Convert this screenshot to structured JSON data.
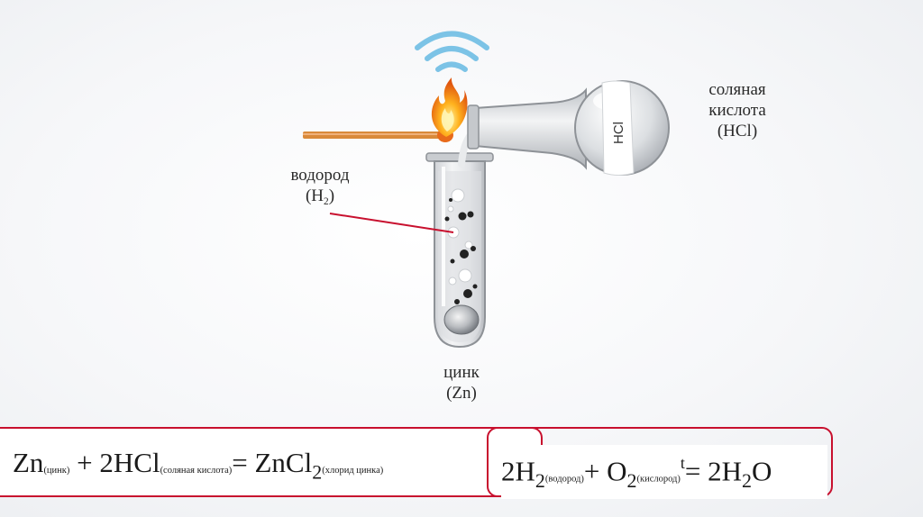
{
  "labels": {
    "hcl": [
      "соляная",
      "кислота",
      "(HCl)"
    ],
    "hydrogen_word": "водород",
    "hydrogen_formula": {
      "main": "(H",
      "sub": "2",
      "close": ")"
    },
    "zinc": [
      "цинк",
      "(Zn)"
    ],
    "flask_tag": "HCl"
  },
  "equation1": {
    "zn": "Zn",
    "zn_name": "(цинк)",
    "plus1": " + 2HCl",
    "hcl_name": "(соляная кислота)",
    "eq": "= ZnCl",
    "sub": "2",
    "product_name": "(хлорид цинка)"
  },
  "equation2": {
    "h": "2H",
    "h_sub": "2",
    "h_name": "(водород)",
    "plus": "+ O",
    "o_sub": "2",
    "o_name": "(кислород)",
    "t": "t",
    "eq": "= 2H",
    "w_sub": "2",
    "w_end": "O"
  },
  "colors": {
    "accent_box": "#c8102e",
    "signal": "#7cc3e6",
    "match_stick": "#d98a3a",
    "flame": "#f28a1c",
    "pointer": "#c8102e"
  }
}
